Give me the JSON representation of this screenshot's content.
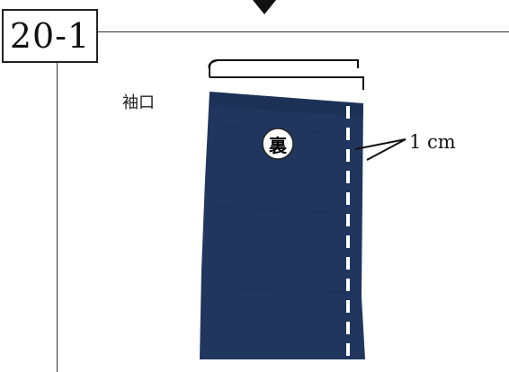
{
  "step": {
    "number": "20-1"
  },
  "labels": {
    "cuff": "袖口",
    "seam_allowance": "1 cm",
    "reverse_side": "裏"
  },
  "colors": {
    "fabric": "#20365e",
    "fabric_shadow": "#1a2c4e",
    "stitch": "#ffffff",
    "line": "#333333"
  },
  "icons": {
    "down_arrow": "down-triangle-icon",
    "bracket": "bracket-icon"
  }
}
